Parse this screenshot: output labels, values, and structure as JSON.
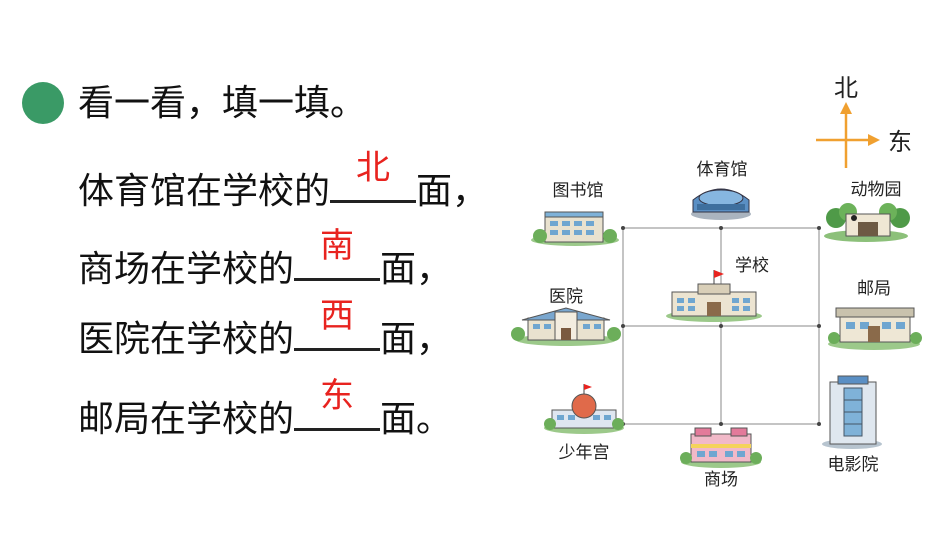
{
  "heading": "看一看，填一填。",
  "questions": [
    {
      "prefix": "体育馆在学校的",
      "answer": "北",
      "suffix": "面，"
    },
    {
      "prefix": "商场在学校的",
      "answer": "南",
      "suffix": "面，"
    },
    {
      "prefix": "医院在学校的",
      "answer": "西",
      "suffix": "面，"
    },
    {
      "prefix": "邮局在学校的",
      "answer": "东",
      "suffix": "面。"
    }
  ],
  "compass": {
    "north": "北",
    "east": "东"
  },
  "places": {
    "library": "图书馆",
    "gym": "体育馆",
    "zoo": "动物园",
    "hospital": "医院",
    "school": "学校",
    "post_office": "邮局",
    "youth_palace": "少年宫",
    "mall": "商场",
    "cinema": "电影院"
  },
  "colors": {
    "bullet": "#3a9a66",
    "answer": "#e8231f",
    "compass_arrow": "#f0a030",
    "grid_line": "#888888"
  }
}
